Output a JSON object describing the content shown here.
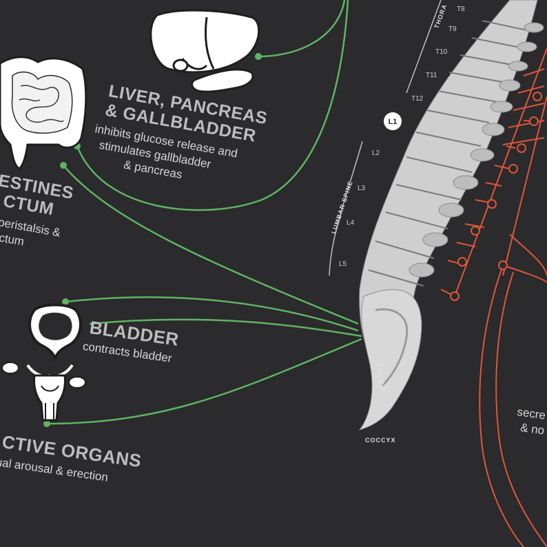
{
  "organs": {
    "liver": {
      "title_line1": "LIVER, PANCREAS",
      "title_line2": "& GALLBLADDER",
      "desc_line1": "inhibits glucose release and",
      "desc_line2": "stimulates gallbladder",
      "desc_line3": "& pancreas"
    },
    "intestines": {
      "title_line1": "ESTINES",
      "title_line2": "CTUM",
      "desc_line1": "peristalsis &",
      "desc_line2": "rectum"
    },
    "bladder": {
      "title": "BLADDER",
      "desc": "contracts bladder"
    },
    "reproductive": {
      "title": "CTIVE ORGANS",
      "desc": "ual arousal & erection"
    },
    "secretion": {
      "desc_line1": "secre",
      "desc_line2": "& no"
    }
  },
  "spine": {
    "thoracic_label": "THORA",
    "thoracic": [
      "T8",
      "T9",
      "T10",
      "T11",
      "T12"
    ],
    "lumbar_label": "LUMBAR SPINE",
    "l1_badge": "L1",
    "lumbar": [
      "L2",
      "L3",
      "L4",
      "L5"
    ],
    "sacrum_label": "SACRUM",
    "coccyx_label": "COCCYX"
  },
  "colors": {
    "background": "#2b2a2c",
    "parasympathetic_nerve": "#5fb563",
    "sympathetic_nerve": "#e0563a",
    "title_text": "#bdbdbd",
    "body_text": "#d7d7d7"
  }
}
